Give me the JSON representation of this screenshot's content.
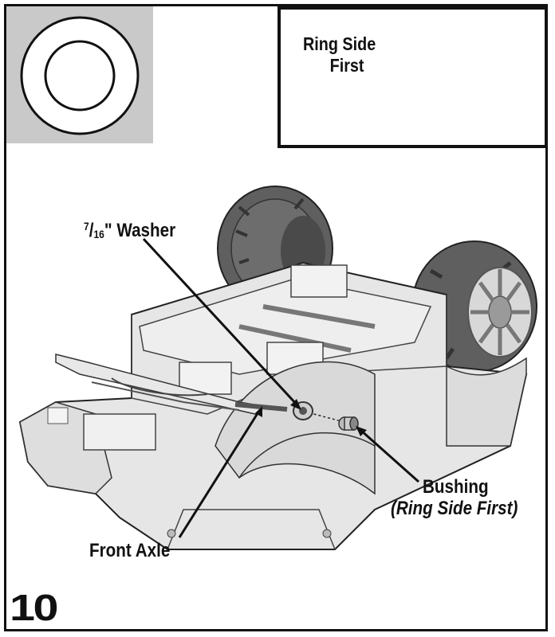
{
  "inset": {
    "label_line1": "Ring Side",
    "label_line2": "First"
  },
  "callouts": {
    "washer_fraction_num": "7",
    "washer_fraction_den": "16",
    "washer_suffix": "\" Washer",
    "bushing": "Bushing",
    "bushing_note": "(Ring Side First)",
    "front_axle": "Front Axle"
  },
  "step": {
    "number": "10"
  },
  "colors": {
    "swatch_bg": "#c9c9c9",
    "vehicle_body": "#e6e6e6",
    "vehicle_shadow": "#bdbdbd",
    "tire": "#5f5f5f",
    "line": "#111111"
  }
}
